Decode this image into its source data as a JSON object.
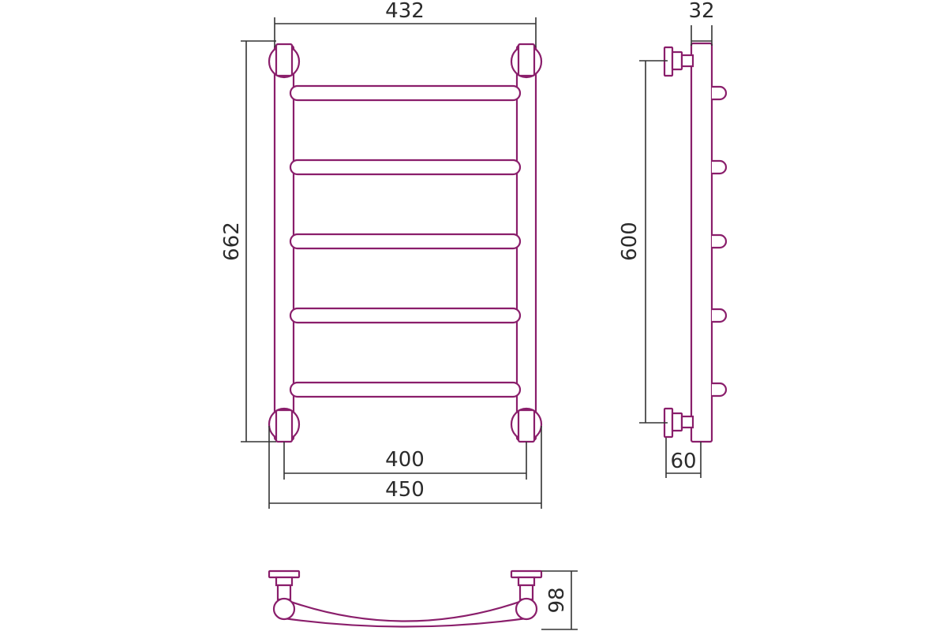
{
  "drawing": {
    "part_color": "#8a1e6b",
    "dimension_color": "#333333",
    "background": "#ffffff"
  },
  "dimensions": {
    "front_top_width": "432",
    "front_height": "662",
    "front_axis_width": "400",
    "front_overall_width": "450",
    "side_axis_height": "600",
    "side_pipe_depth": "32",
    "side_mount_depth": "60",
    "top_depth": "98"
  },
  "crossbars": {
    "count": 5
  }
}
